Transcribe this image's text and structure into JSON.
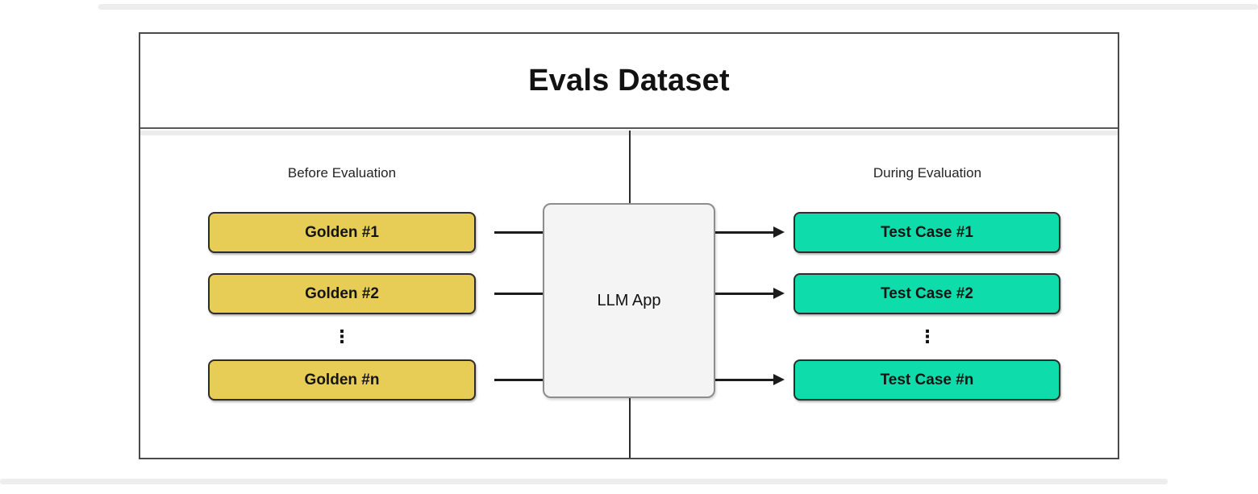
{
  "diagram": {
    "title": "Evals Dataset",
    "before": {
      "label": "Before Evaluation",
      "boxes": [
        "Golden #1",
        "Golden #2",
        "Golden #n"
      ],
      "ellipsis": "⋮"
    },
    "app": {
      "label": "LLM App"
    },
    "during": {
      "label": "During Evaluation",
      "boxes": [
        "Test Case #1",
        "Test Case #2",
        "Test Case #n"
      ],
      "ellipsis": "⋮"
    },
    "colors": {
      "golden_fill": "#e7cd55",
      "test_case_fill": "#0eddab",
      "app_fill": "#f4f4f4",
      "line": "#1c1c1c"
    }
  }
}
